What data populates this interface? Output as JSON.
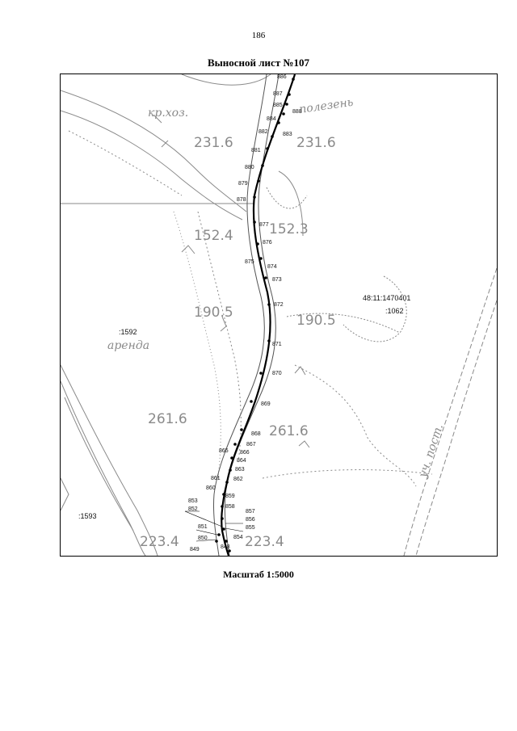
{
  "page": {
    "number": "186"
  },
  "title": "Выносной лист №107",
  "scale": "Масштаб 1:5000",
  "map": {
    "area_labels": [
      "231.6",
      "231.6",
      "152.4",
      "152.3",
      "190.5",
      "190.5",
      "261.6",
      "261.6",
      "223.4",
      "223.4"
    ],
    "hand_labels": [
      "кр.хоз.",
      "аренда",
      "полезень",
      "уч. пост."
    ],
    "parcel_labels": [
      "48:11:1470401",
      ":1062",
      ":1592",
      ":1593"
    ],
    "points": [
      "886",
      "887",
      "885",
      "888",
      "884",
      "882",
      "883",
      "881",
      "880",
      "879",
      "878",
      "877",
      "876",
      "875",
      "874",
      "873",
      "872",
      "871",
      "870",
      "869",
      "868",
      "865",
      "867",
      "866",
      "864",
      "863",
      "862",
      "861",
      "860",
      "859",
      "858",
      "857",
      "856",
      "853",
      "852",
      "855",
      "851",
      "854",
      "850",
      "848",
      "849"
    ],
    "colors": {
      "route": "#000000",
      "map_lines": "#7a7a7a"
    }
  }
}
